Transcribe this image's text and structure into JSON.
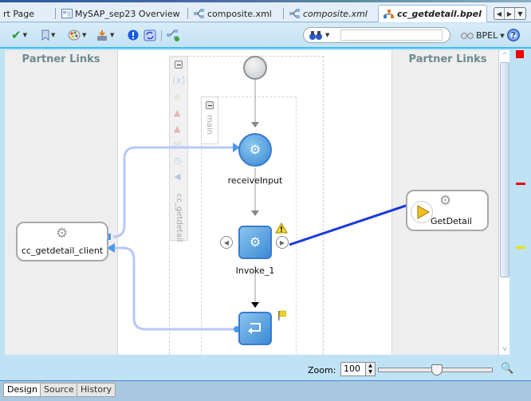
{
  "tabs": [
    {
      "label": "rt Page",
      "active": false
    },
    {
      "label": "MySAP_sep23 Overview",
      "icon": "overview-icon",
      "active": false
    },
    {
      "label": "composite.xml",
      "icon": "composite-icon",
      "active": false
    },
    {
      "label": "composite.xml",
      "icon": "composite-icon",
      "active": false,
      "italic": true
    },
    {
      "label": "cc_getdetail.bpel",
      "icon": "bpel-icon",
      "active": true
    }
  ],
  "tab_nav": {
    "prev": "◀",
    "next": "▶",
    "list": "▼"
  },
  "toolbar": {
    "validate_icon": "✔",
    "search_placeholder": "",
    "bpel_label": "BPEL",
    "help_label": "?"
  },
  "canvas": {
    "left_panel_title": "Partner Links",
    "right_panel_title": "Partner Links",
    "scope_label": "cc_getdetail",
    "sequence_label": "main",
    "variables_label": "(x)",
    "nodes": {
      "client": "cc_getdetail_client",
      "receive": "receiveInput",
      "invoke": "Invoke_1",
      "partner": "GetDetail"
    }
  },
  "zoom": {
    "label": "Zoom:",
    "value": "100",
    "slider_percent": 50
  },
  "bottom_tabs": [
    {
      "label": "Design",
      "active": true
    },
    {
      "label": "Source",
      "active": false
    },
    {
      "label": "History",
      "active": false
    }
  ],
  "colors": {
    "accent": "#38c0f0",
    "activity_blue": "#3a8ad4",
    "wire_dark": "#1a3adc",
    "wire_light": "#b8c8f8",
    "error_marker": "#ee0000",
    "warning_marker": "#f0e000"
  }
}
